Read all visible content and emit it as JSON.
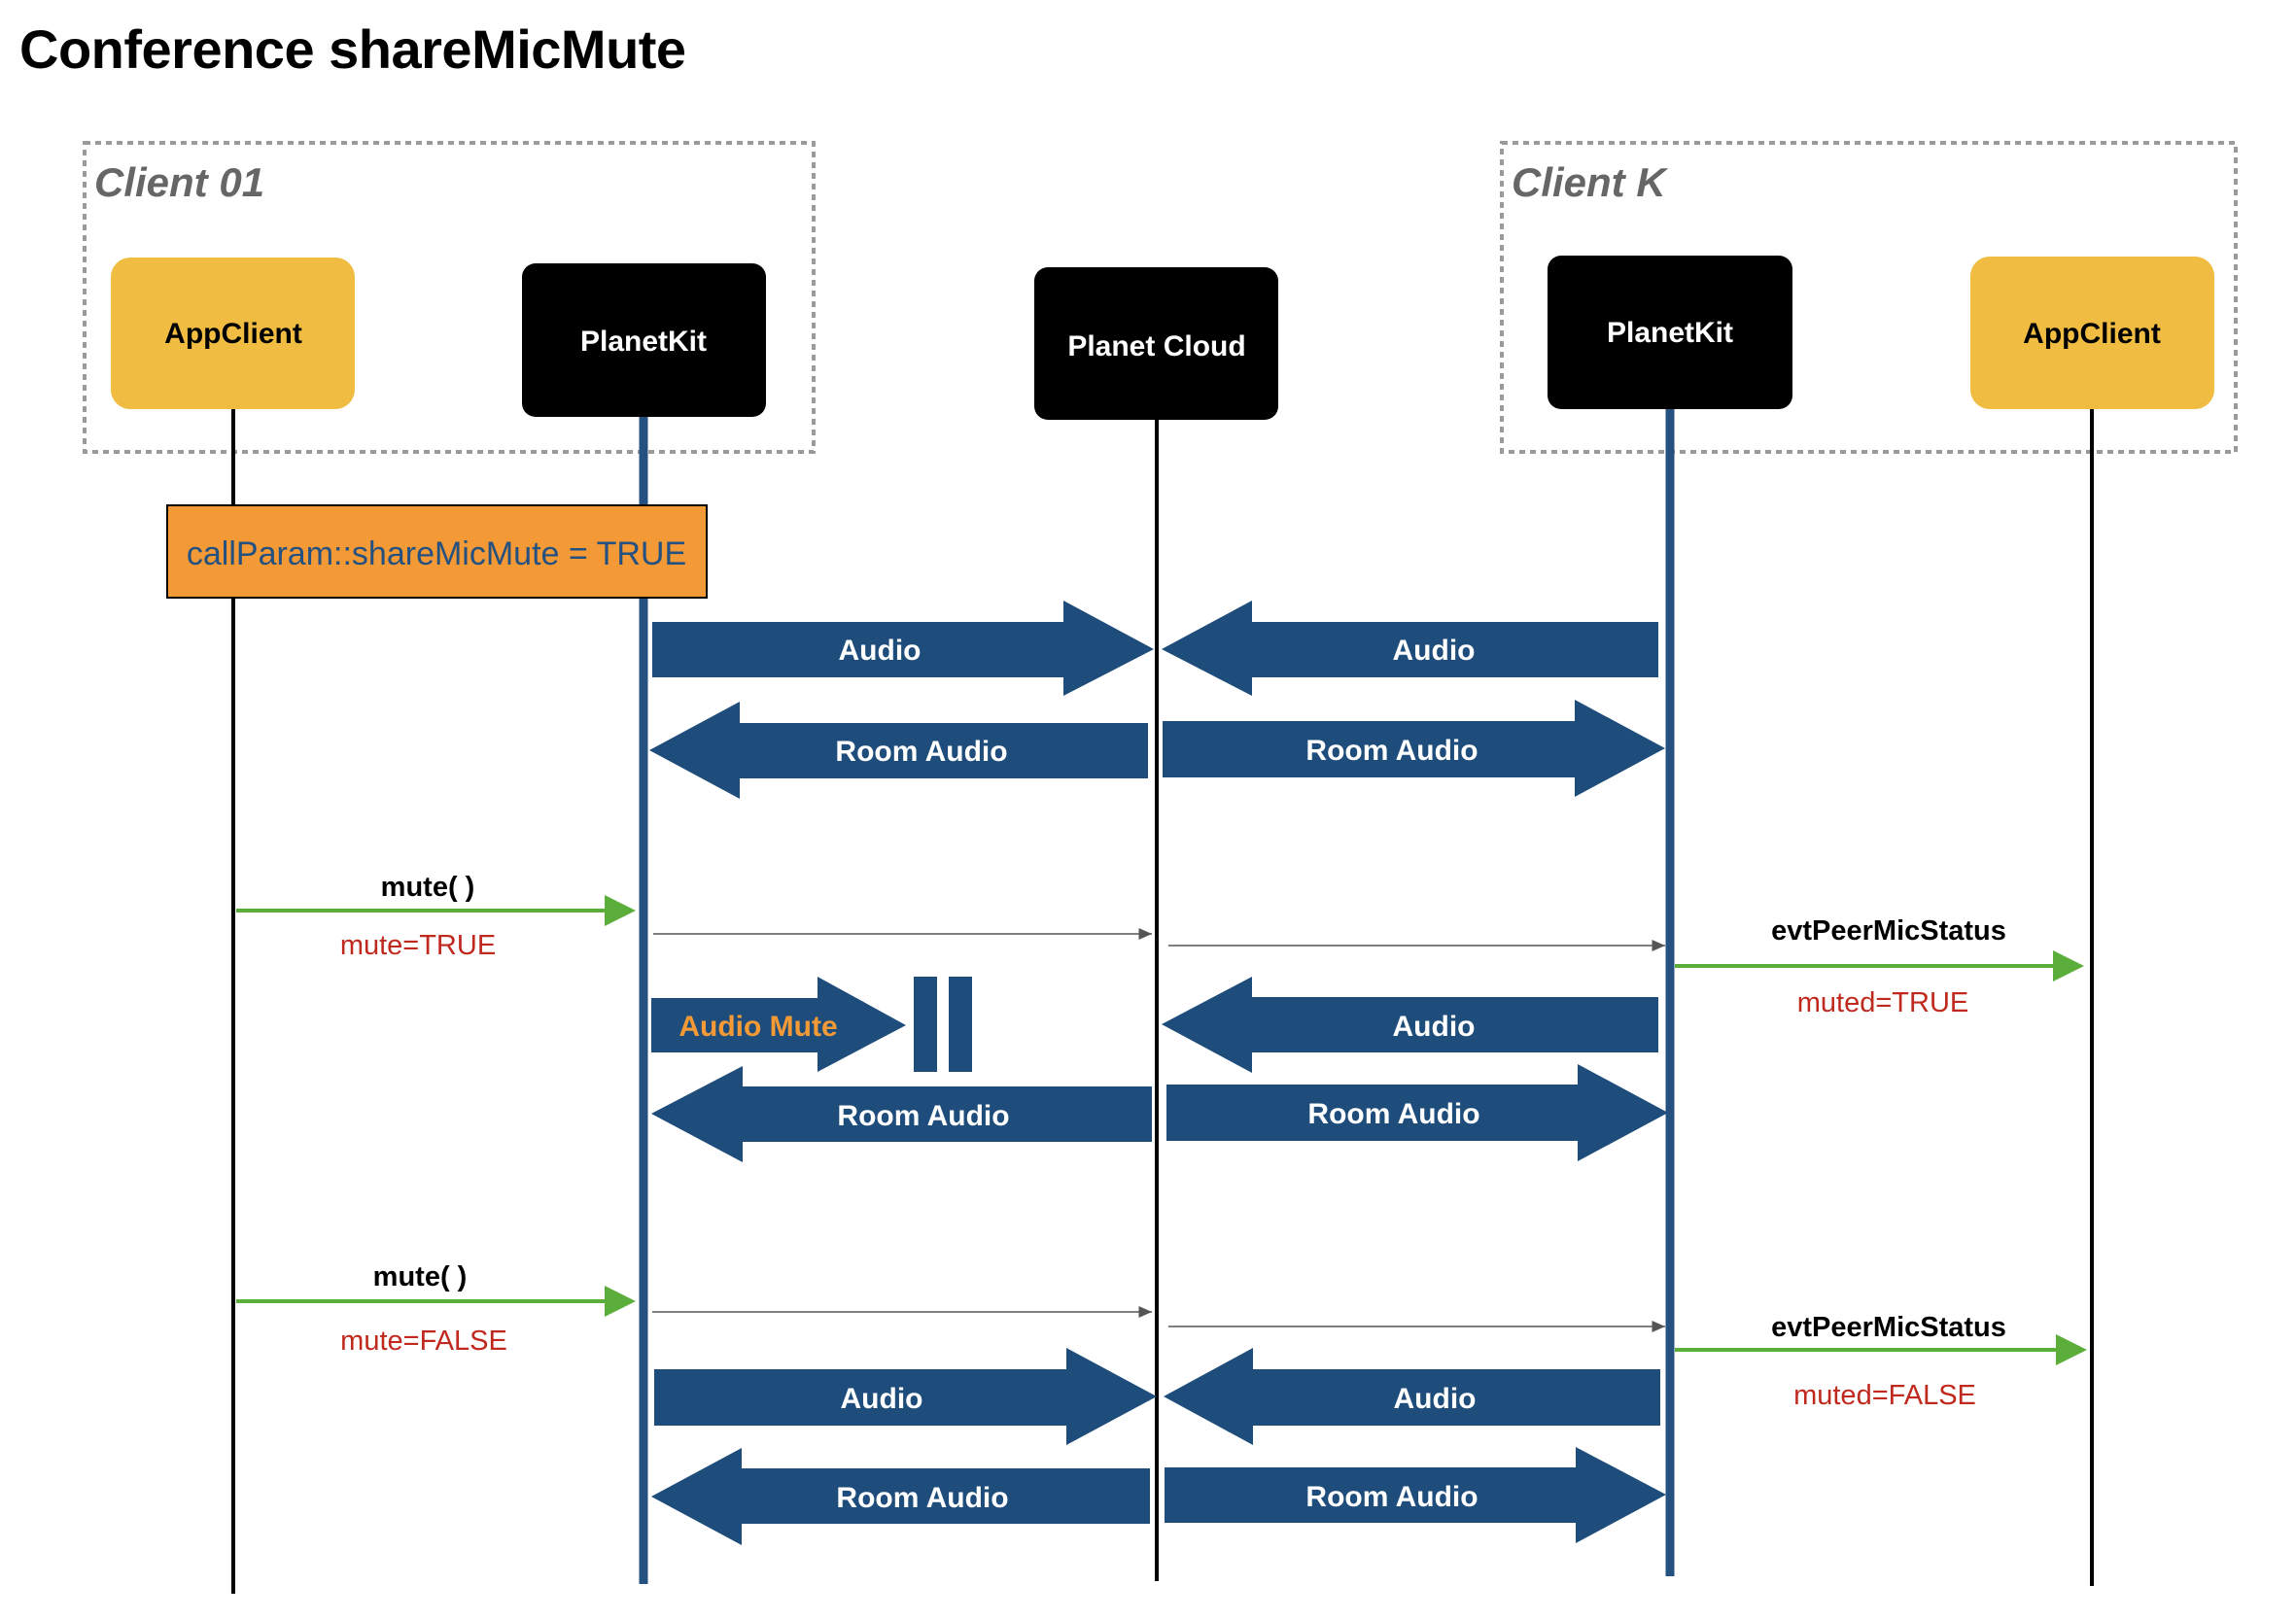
{
  "title": "Conference shareMicMute",
  "colors": {
    "appclient_fill": "#F0BC41",
    "planetkit_fill": "#000000",
    "flow_arrow_fill": "#1E4D7B",
    "lifeline_blue": "#24517F",
    "param_box_fill": "#F39A37",
    "param_text": "#24517F",
    "call_arrow": "#5BAE3A",
    "param_value_text": "#C0291E",
    "mute_text": "#F39A37",
    "group_border": "#9A9A9A",
    "group_label": "#666666"
  },
  "groups": [
    {
      "label": "Client 01"
    },
    {
      "label": "Client K"
    }
  ],
  "participants": [
    {
      "label": "AppClient",
      "kind": "appclient"
    },
    {
      "label": "PlanetKit",
      "kind": "planetkit"
    },
    {
      "label": "Planet Cloud",
      "kind": "cloud"
    },
    {
      "label": "PlanetKit",
      "kind": "planetkit"
    },
    {
      "label": "AppClient",
      "kind": "appclient"
    }
  ],
  "param_box": {
    "label": "callParam::shareMicMute = TRUE"
  },
  "flows": {
    "audio": "Audio",
    "room_audio": "Room Audio",
    "audio_mute": "Audio Mute"
  },
  "calls": [
    {
      "method": "mute( )",
      "param": "mute=TRUE"
    },
    {
      "method": "mute( )",
      "param": "mute=FALSE"
    }
  ],
  "events": [
    {
      "name": "evtPeerMicStatus",
      "param": "muted=TRUE"
    },
    {
      "name": "evtPeerMicStatus",
      "param": "muted=FALSE"
    }
  ]
}
